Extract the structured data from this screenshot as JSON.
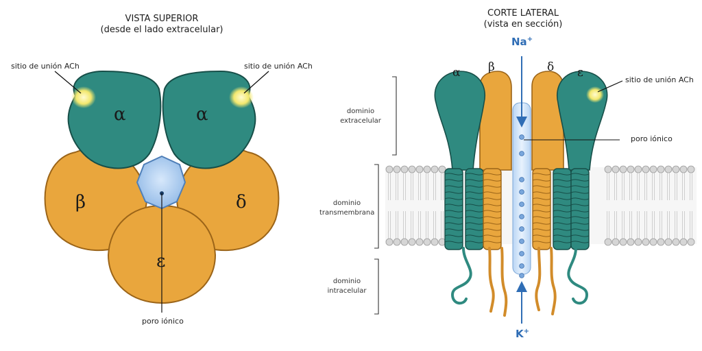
{
  "top_view": {
    "title": "VISTA SUPERIOR",
    "subtitle": "(desde el lado extracelular)",
    "ach_label_left": "sitio de unión ACh",
    "ach_label_right": "sitio de unión ACh",
    "subunits": {
      "alpha1": "α",
      "alpha2": "α",
      "beta": "β",
      "delta": "δ",
      "epsilon": "ε"
    },
    "pore_label": "poro iónico"
  },
  "side_view": {
    "title": "CORTE LATERAL",
    "subtitle": "(vista en sección)",
    "subunits": {
      "alpha": "α",
      "beta": "β",
      "delta": "δ",
      "epsilon": "ε"
    },
    "ach_label": "sitio de unión ACh",
    "pore_label": "poro iónico",
    "ion_top_symbol": "Na",
    "ion_top_charge": "+",
    "ion_bottom_symbol": "K",
    "ion_bottom_charge": "+",
    "domains": {
      "extracellular_l1": "dominio",
      "extracellular_l2": "extracelular",
      "transmembrane_l1": "dominio",
      "transmembrane_l2": "transmembrana",
      "intracellular_l1": "dominio",
      "intracellular_l2": "intracelular"
    }
  },
  "colors": {
    "teal": "#2f8a80",
    "teal_dark": "#1f5f58",
    "orange": "#e9a63d",
    "orange_dark": "#b8781f",
    "pore_blue": "#a9cbee",
    "pore_blue_dark": "#5f8fcb",
    "ach_yellow": "#f6ee8a",
    "arrow_blue": "#2f6db5",
    "membrane_gray": "#bdbdbd"
  }
}
